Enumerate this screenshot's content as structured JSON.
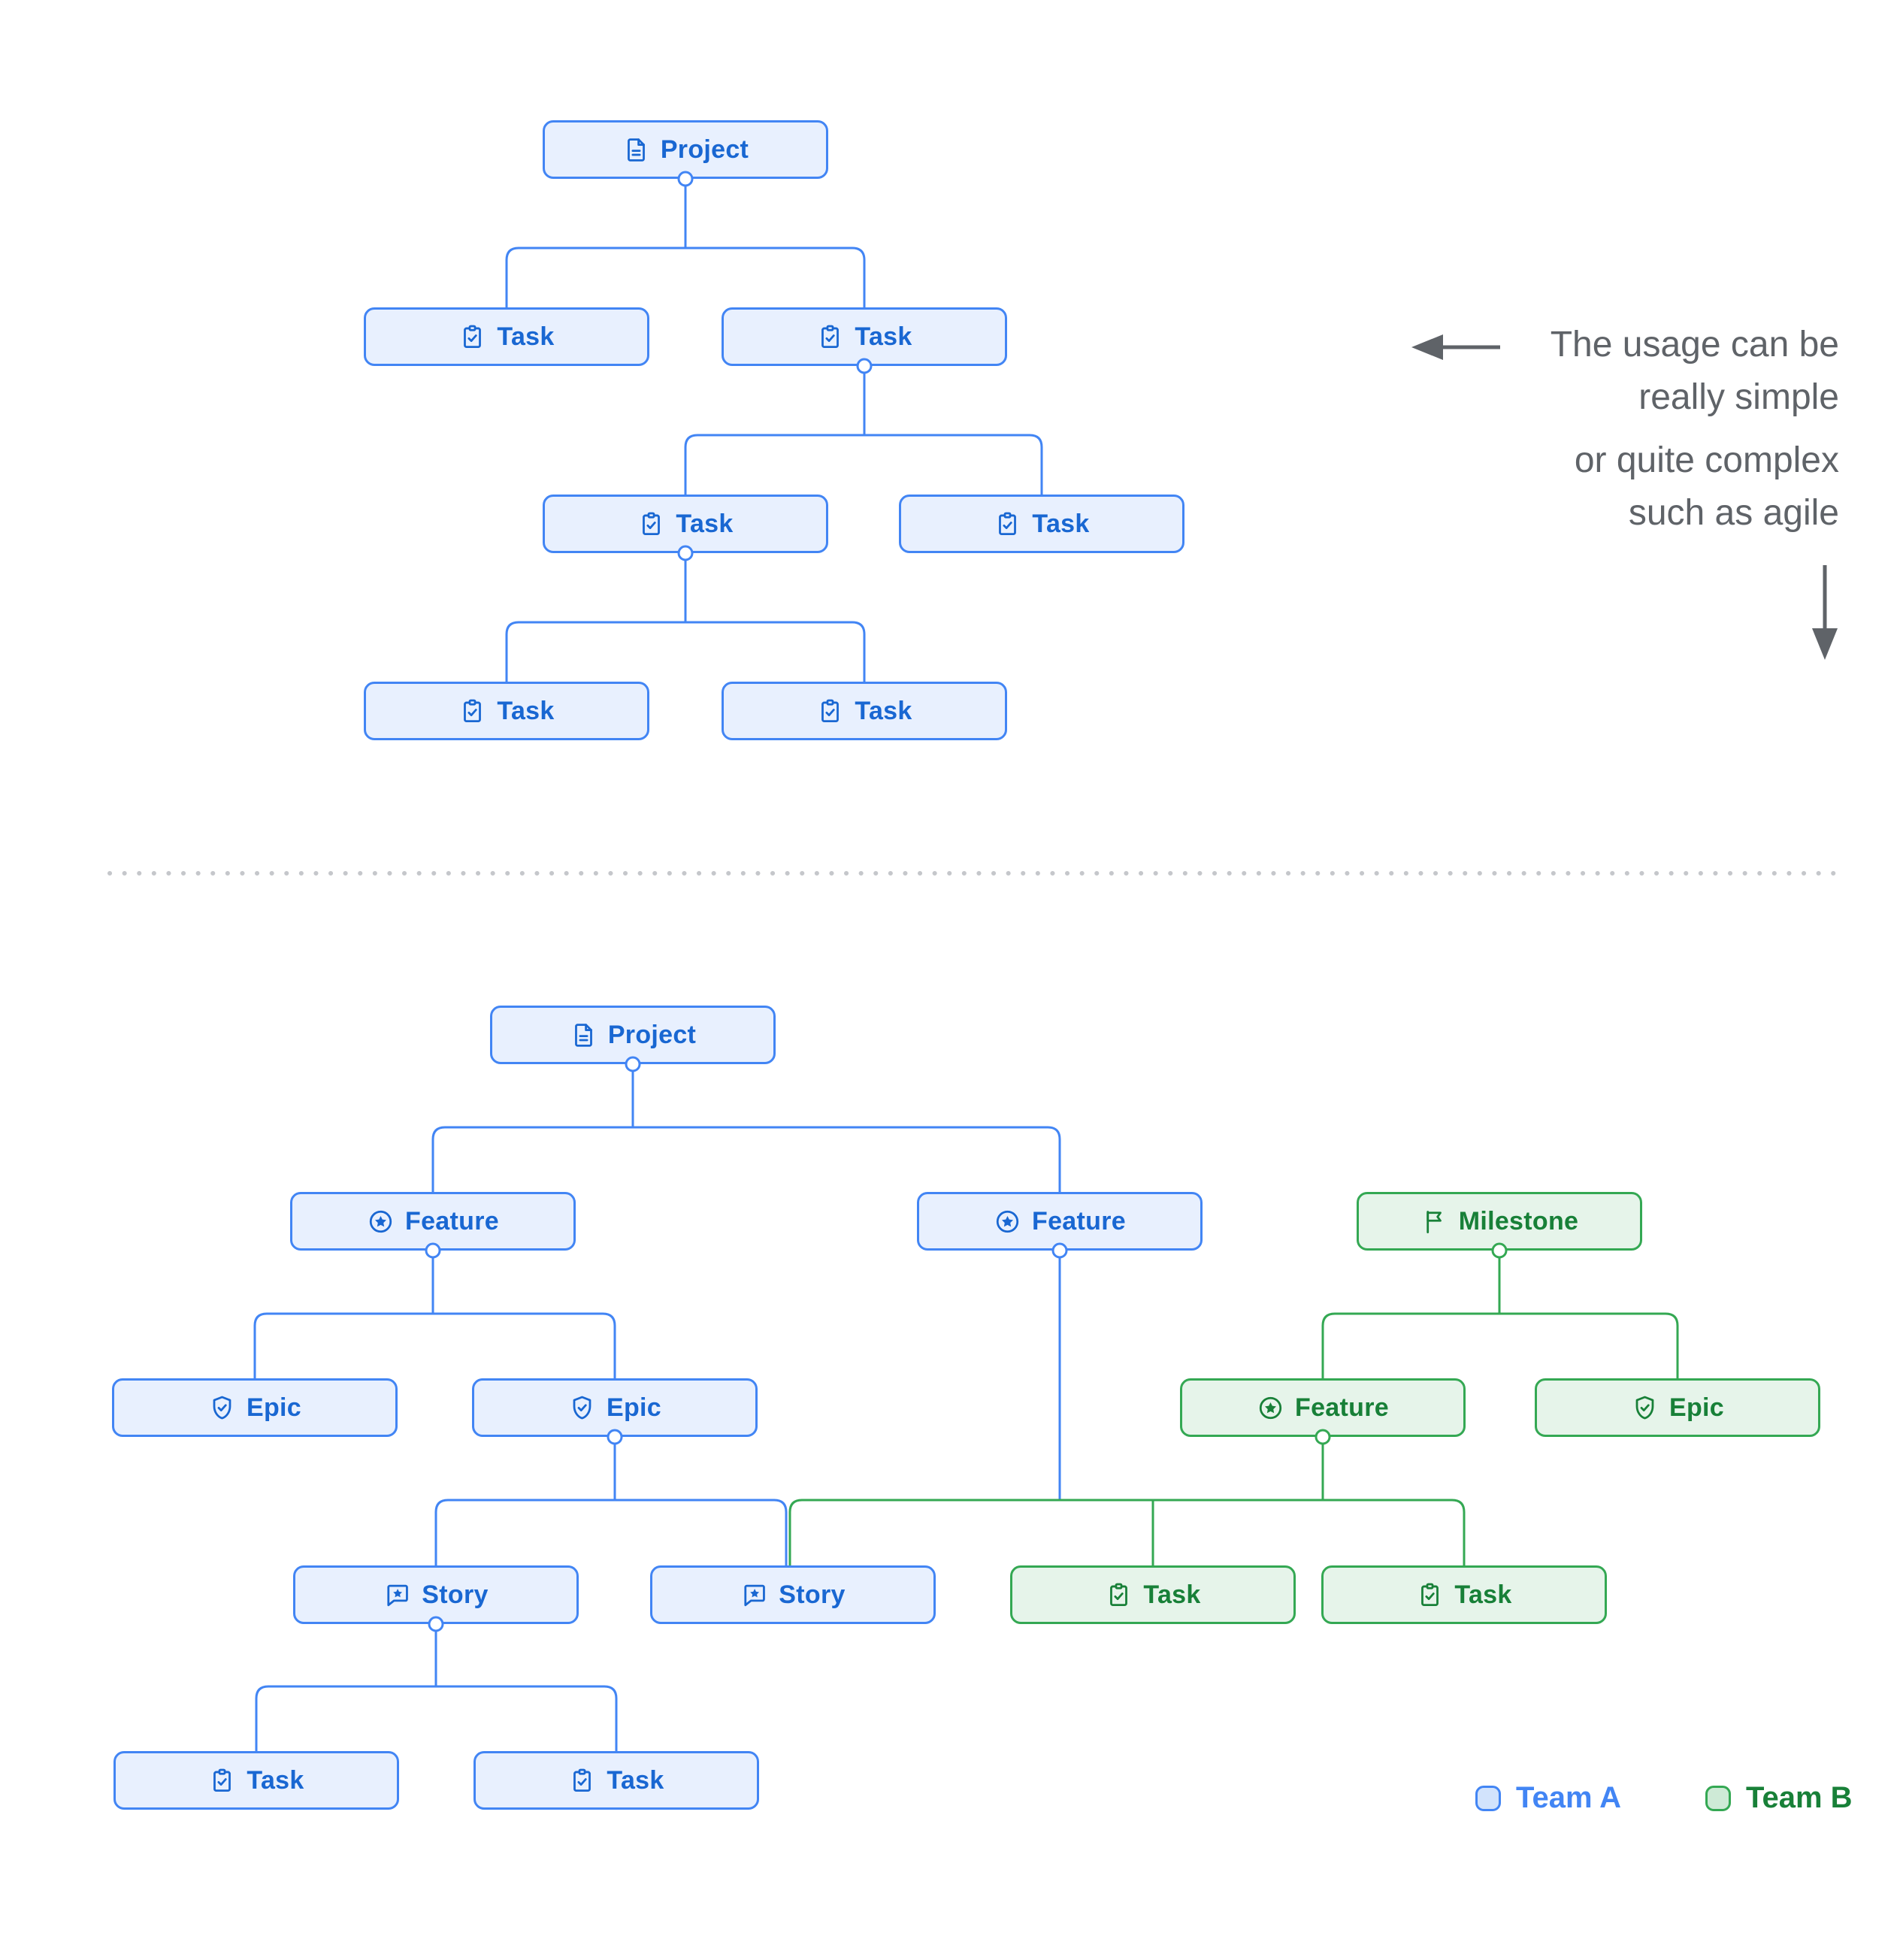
{
  "annotation": {
    "note1_line1": "The usage can be",
    "note1_line2": "really simple",
    "note2_line1": "or quite complex",
    "note2_line2": "such as agile"
  },
  "legend": {
    "team_a_label": "Team A",
    "team_b_label": "Team B"
  },
  "colors": {
    "team_a_border": "#4285f4",
    "team_a_fill": "#e8f0fe",
    "team_a_text": "#1967d2",
    "team_b_border": "#34a853",
    "team_b_fill": "#e6f4ea",
    "team_b_text": "#188038",
    "annotation_text": "#5f6368",
    "divider_dots": "#c5c7cb"
  },
  "nodes": {
    "simple_project": {
      "label": "Project",
      "team": "A",
      "icon": "document-icon"
    },
    "simple_task_1": {
      "label": "Task",
      "team": "A",
      "icon": "task-check-icon"
    },
    "simple_task_2": {
      "label": "Task",
      "team": "A",
      "icon": "task-check-icon"
    },
    "simple_task_3": {
      "label": "Task",
      "team": "A",
      "icon": "task-check-icon"
    },
    "simple_task_4": {
      "label": "Task",
      "team": "A",
      "icon": "task-check-icon"
    },
    "simple_task_5": {
      "label": "Task",
      "team": "A",
      "icon": "task-check-icon"
    },
    "simple_task_6": {
      "label": "Task",
      "team": "A",
      "icon": "task-check-icon"
    },
    "complex_project": {
      "label": "Project",
      "team": "A",
      "icon": "document-icon"
    },
    "complex_feature_1": {
      "label": "Feature",
      "team": "A",
      "icon": "star-circle-icon"
    },
    "complex_feature_2": {
      "label": "Feature",
      "team": "A",
      "icon": "star-circle-icon"
    },
    "complex_milestone": {
      "label": "Milestone",
      "team": "B",
      "icon": "flag-icon"
    },
    "complex_epic_1": {
      "label": "Epic",
      "team": "A",
      "icon": "shield-check-icon"
    },
    "complex_epic_2": {
      "label": "Epic",
      "team": "A",
      "icon": "shield-check-icon"
    },
    "complex_feature_green": {
      "label": "Feature",
      "team": "B",
      "icon": "star-circle-icon"
    },
    "complex_epic_green": {
      "label": "Epic",
      "team": "B",
      "icon": "shield-check-icon"
    },
    "complex_story_1": {
      "label": "Story",
      "team": "A",
      "icon": "story-bubble-star-icon"
    },
    "complex_story_2": {
      "label": "Story",
      "team": "A",
      "icon": "story-bubble-star-icon"
    },
    "complex_task_green_1": {
      "label": "Task",
      "team": "B",
      "icon": "task-check-icon"
    },
    "complex_task_green_2": {
      "label": "Task",
      "team": "B",
      "icon": "task-check-icon"
    },
    "complex_task_1": {
      "label": "Task",
      "team": "A",
      "icon": "task-check-icon"
    },
    "complex_task_2": {
      "label": "Task",
      "team": "A",
      "icon": "task-check-icon"
    }
  }
}
